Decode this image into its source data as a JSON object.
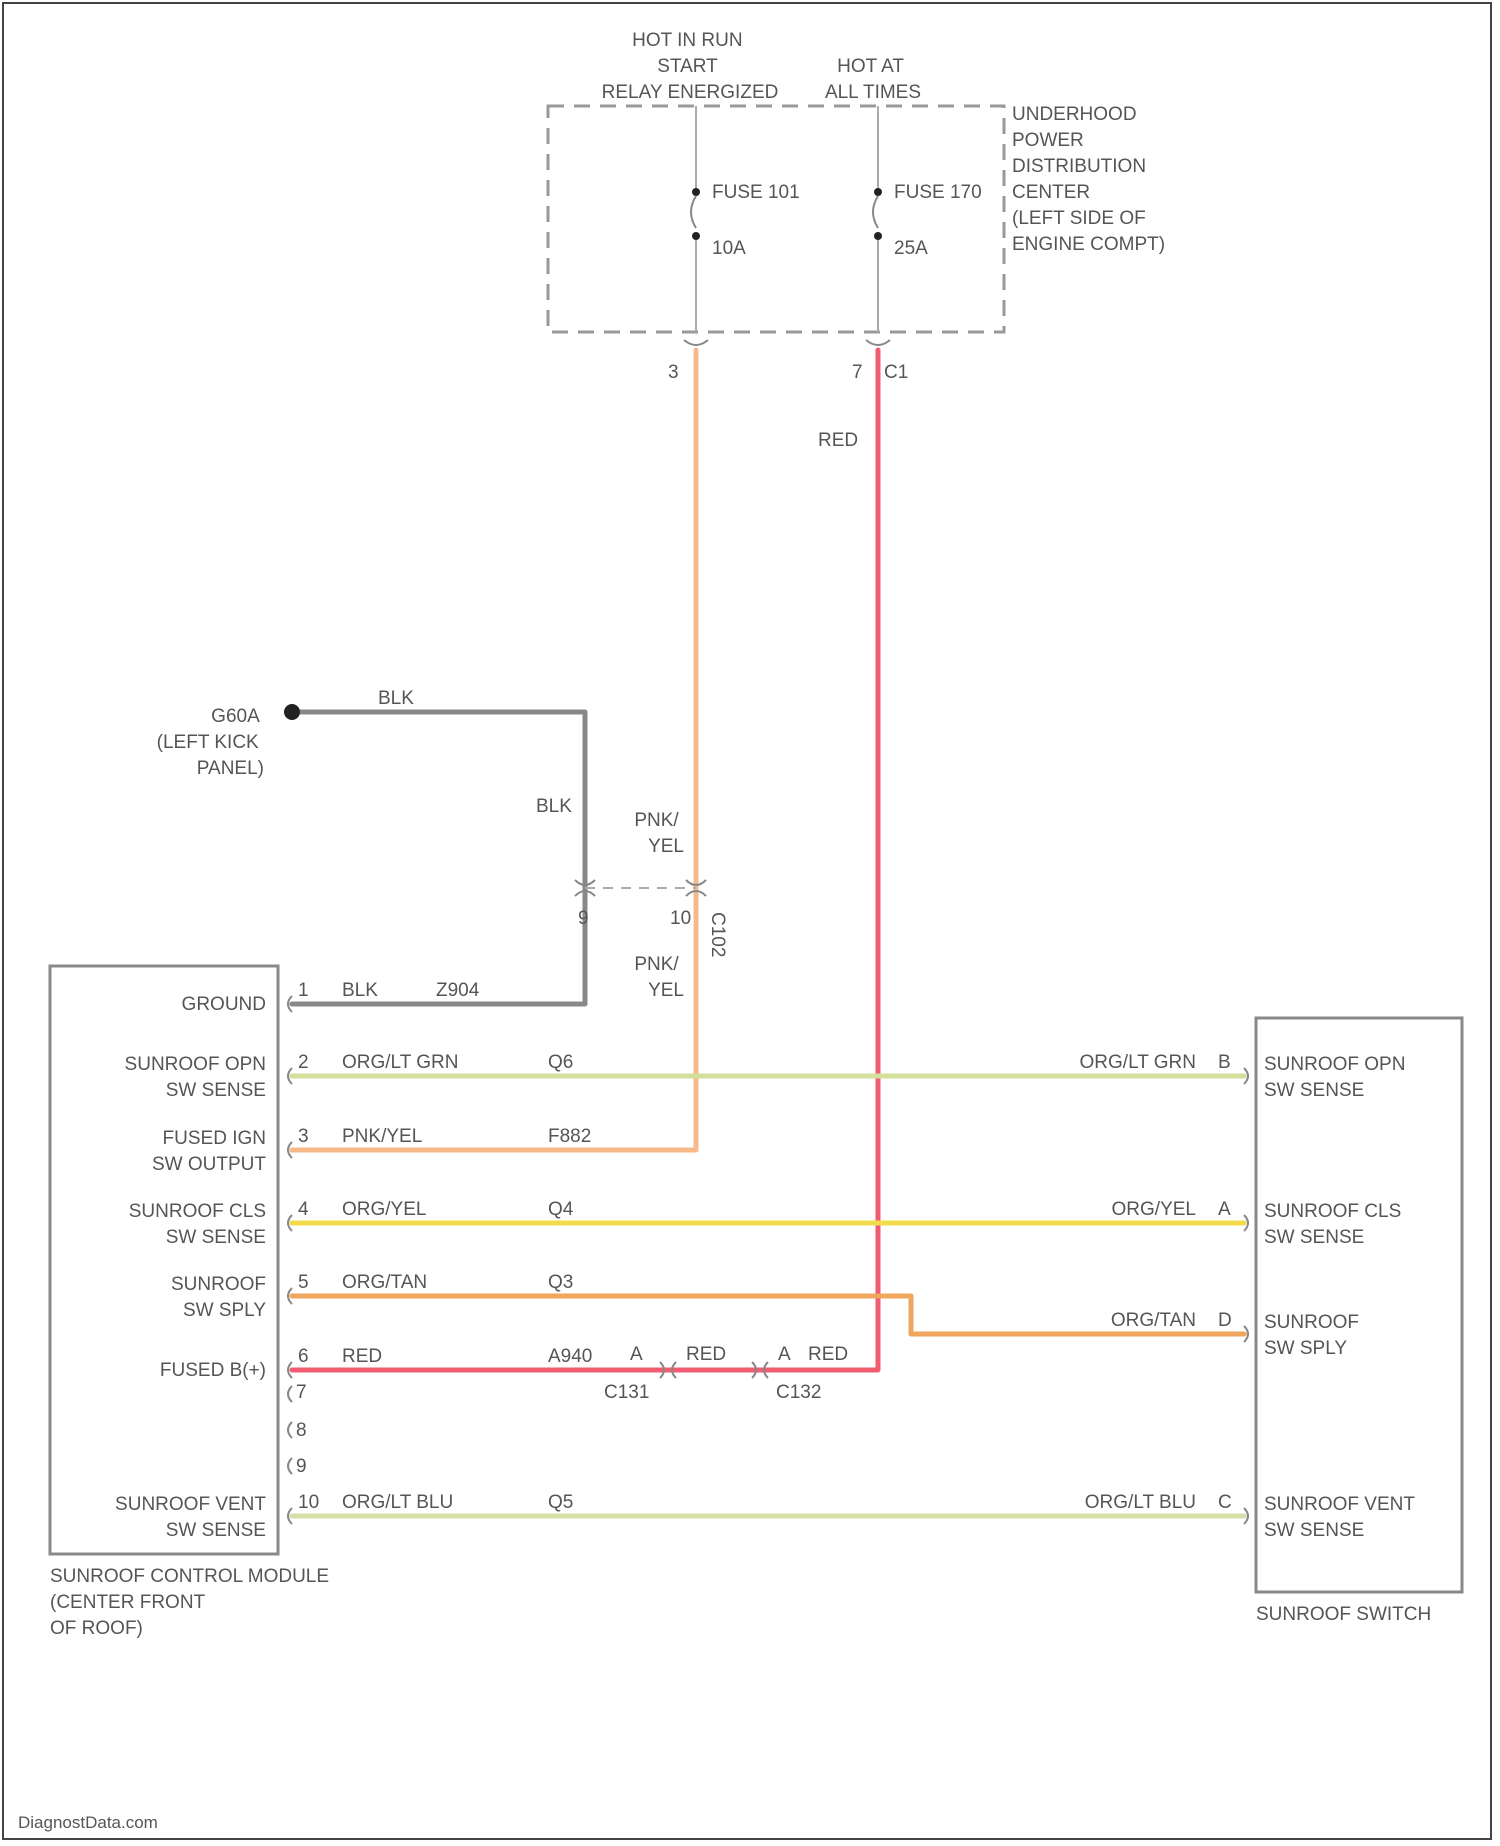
{
  "colors": {
    "gray": "#888888",
    "pink_yellow": "#f7b98a",
    "red": "#f25c71",
    "org_lt_grn": "#d3df9a",
    "org_yel": "#f3dc4c",
    "org_tan": "#f0a65c",
    "org_lt_blu": "#d7e0a6"
  },
  "power": {
    "run_start_label": [
      "HOT IN RUN",
      "START",
      "RELAY ENERGIZED"
    ],
    "at_all_times_label": [
      "HOT AT",
      "ALL TIMES"
    ],
    "fuse_a_name": "FUSE 101",
    "fuse_a_rating": "10A",
    "fuse_b_name": "FUSE 170",
    "fuse_b_rating": "25A",
    "center_label": [
      "UNDERHOOD",
      "POWER",
      "DISTRIBUTION",
      "CENTER",
      "(LEFT SIDE OF",
      "ENGINE COMPT)"
    ],
    "fuse_a_pin": "3",
    "fuse_b_pin": "7",
    "fuse_b_connector": "C1"
  },
  "ground": {
    "label": [
      "G60A",
      "(LEFT KICK",
      "PANEL)"
    ],
    "wire_color": "BLK",
    "wire_color_lower": "BLK"
  },
  "splice": {
    "top_color": [
      "PNK/",
      "YEL"
    ],
    "bottom_color": [
      "PNK/",
      "YEL"
    ],
    "left_pin": "9",
    "right_pin": "10",
    "connector": "C102"
  },
  "module": {
    "label": [
      "SUNROOF CONTROL MODULE",
      "(CENTER FRONT",
      "OF ROOF)"
    ],
    "rows": [
      {
        "name": [
          "GROUND"
        ],
        "pin": "1",
        "color": "BLK",
        "circuit": "Z904"
      },
      {
        "name": [
          "SUNROOF OPN",
          "SW SENSE"
        ],
        "pin": "2",
        "color": "ORG/LT GRN",
        "circuit": "Q6"
      },
      {
        "name": [
          "FUSED IGN",
          "SW OUTPUT"
        ],
        "pin": "3",
        "color": "PNK/YEL",
        "circuit": "F882"
      },
      {
        "name": [
          "SUNROOF CLS",
          "SW SENSE"
        ],
        "pin": "4",
        "color": "ORG/YEL",
        "circuit": "Q4"
      },
      {
        "name": [
          "SUNROOF",
          "SW SPLY"
        ],
        "pin": "5",
        "color": "ORG/TAN",
        "circuit": "Q3"
      },
      {
        "name": [
          "FUSED B(+)"
        ],
        "pin": "6",
        "color": "RED",
        "circuit": "A940"
      },
      {
        "name": [
          "SUNROOF VENT",
          "SW SENSE"
        ],
        "pin": "10",
        "color": "ORG/LT BLU",
        "circuit": "Q5"
      }
    ],
    "unused_pins": [
      "7",
      "8",
      "9"
    ]
  },
  "red_feed": {
    "color_label": "RED",
    "inline_a_pin": "A",
    "inline_a_color": "RED",
    "inline_a_name": "C131",
    "inline_b_pin": "A",
    "inline_b_color": "RED",
    "inline_b_name": "C132"
  },
  "switch": {
    "label": "SUNROOF SWITCH",
    "rows": [
      {
        "name": [
          "SUNROOF OPN",
          "SW SENSE"
        ],
        "pin": "B",
        "color": "ORG/LT GRN"
      },
      {
        "name": [
          "SUNROOF CLS",
          "SW SENSE"
        ],
        "pin": "A",
        "color": "ORG/YEL"
      },
      {
        "name": [
          "SUNROOF",
          "SW SPLY"
        ],
        "pin": "D",
        "color": "ORG/TAN"
      },
      {
        "name": [
          "SUNROOF VENT",
          "SW SENSE"
        ],
        "pin": "C",
        "color": "ORG/LT BLU"
      }
    ]
  },
  "footer": {
    "watermark": "DiagnostData.com"
  }
}
